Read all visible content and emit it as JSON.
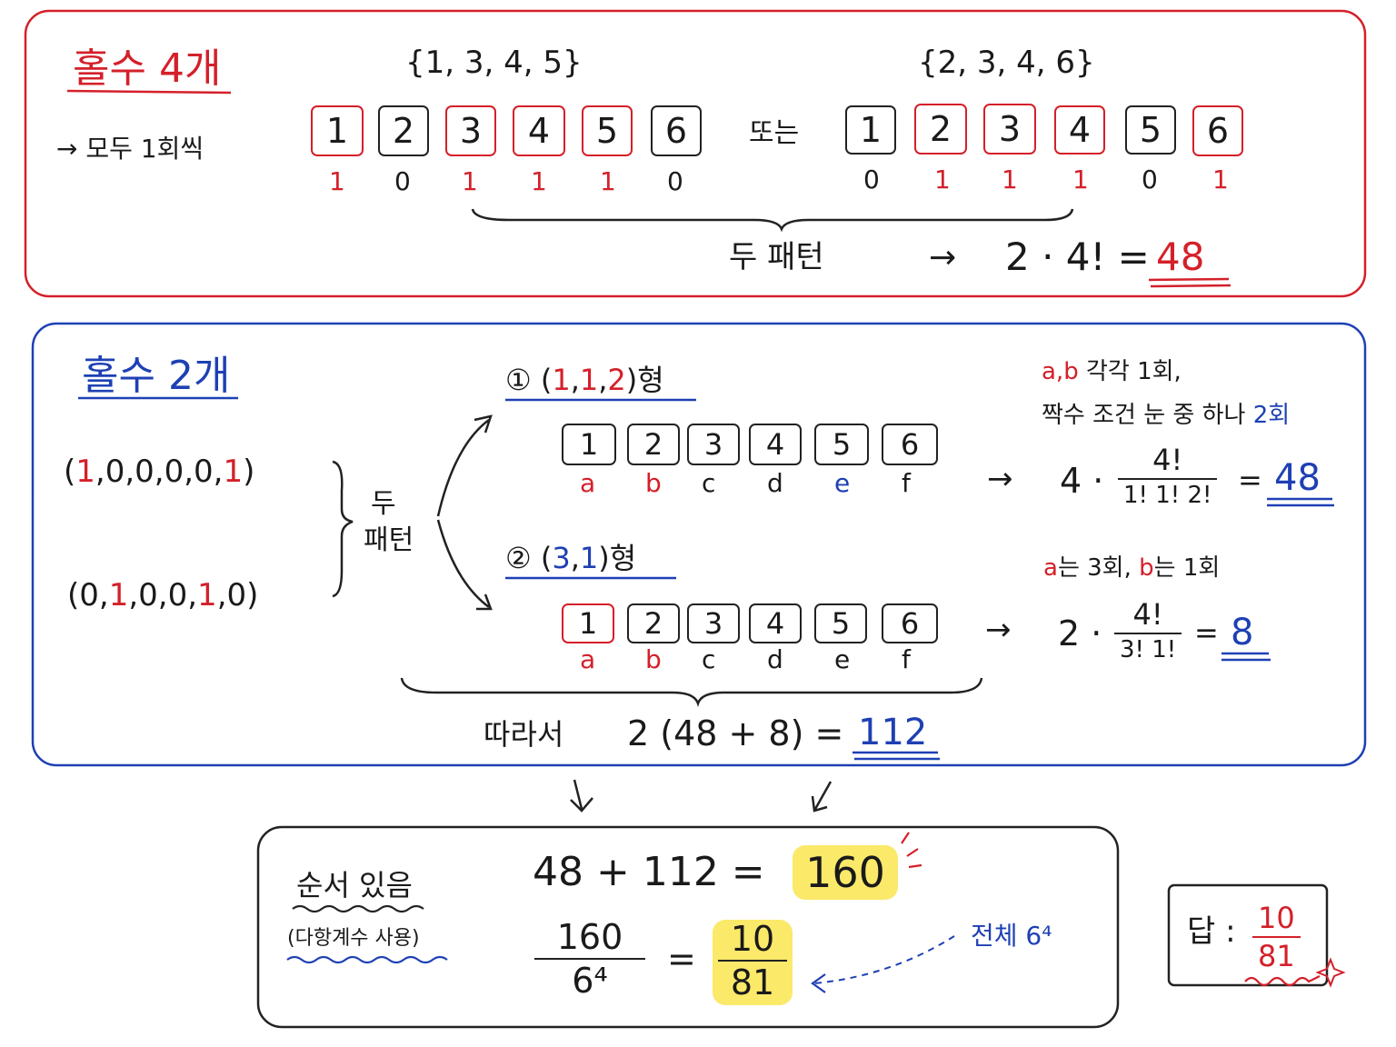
{
  "section1": {
    "title": "홀수 4개",
    "note": "→ 모두 1회씩",
    "set_a": "{1, 3, 4, 5}",
    "set_b": "{2, 3, 4, 6}",
    "or_label": "또는",
    "boxes": [
      "1",
      "2",
      "3",
      "4",
      "5",
      "6"
    ],
    "counts_a": [
      "1",
      "0",
      "1",
      "1",
      "1",
      "0"
    ],
    "counts_b": [
      "0",
      "1",
      "1",
      "1",
      "0",
      "1"
    ],
    "two_patterns": "두 패턴",
    "arrow": "→",
    "expr": "2 · 4! =",
    "result": "48"
  },
  "section2": {
    "title": "홀수 2개",
    "tuple_a": [
      "(",
      "1",
      ",0,0,0,0,",
      "1",
      ")"
    ],
    "tuple_b": [
      "(0,",
      "1",
      ",0,0,",
      "1",
      ",0)"
    ],
    "two_label_1": "두",
    "two_label_2": "패턴",
    "case1": {
      "circle": "①",
      "open": "(",
      "n1": "1",
      "c1": ",",
      "n2": "1",
      "c2": ",",
      "n3": "2",
      "close": ")형"
    },
    "case2": {
      "circle": "②",
      "open": "(",
      "n1": "3",
      "c1": ",",
      "n2": "1",
      "close": ")형"
    },
    "boxes": [
      "1",
      "2",
      "3",
      "4",
      "5",
      "6"
    ],
    "letters": [
      "a",
      "b",
      "c",
      "d",
      "e",
      "f"
    ],
    "note1_line1_ab": "a,b",
    "note1_line1_rest": "각각 1회,",
    "note1_line2_rest": "짝수 조건 눈 중 하나",
    "note1_line2_blue": "2회",
    "arrow": "→",
    "eq1_coef": "4 ·",
    "eq1_num": "4!",
    "eq1_den": "1! 1! 2!",
    "eq1_eq": "=",
    "eq1_result": "48",
    "note2_a": "a",
    "note2_a_rest": "는 3회,",
    "note2_b": "b",
    "note2_b_rest": "는 1회",
    "eq2_coef": "2 ·",
    "eq2_num": "4!",
    "eq2_den": "3! 1!",
    "eq2_eq": "=",
    "eq2_result": "8",
    "therefore": "따라서",
    "total_expr": "2 (48 + 8) =",
    "total_result": "112"
  },
  "section3": {
    "label": "순서 있음",
    "sublabel": "(다항계수 사용)",
    "sum_expr": "48 + 112 =",
    "sum_result": "160",
    "frac_num": "160",
    "frac_den": "6⁴",
    "eq": "=",
    "res_num": "10",
    "res_den": "81",
    "note": "전체 6⁴"
  },
  "answer": {
    "label": "답 :",
    "num": "10",
    "den": "81"
  },
  "colors": {
    "red": "#d4202a",
    "blue": "#1e40b4",
    "highlight": "#fbe96a"
  }
}
